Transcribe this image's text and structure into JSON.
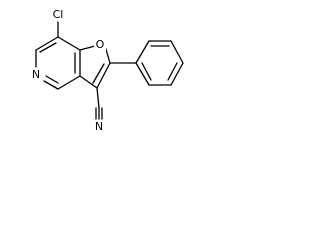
{
  "molecule": {
    "atoms": {
      "cl": "Cl",
      "o": "O",
      "n_ring": "N",
      "n_nitrile": "N"
    }
  }
}
